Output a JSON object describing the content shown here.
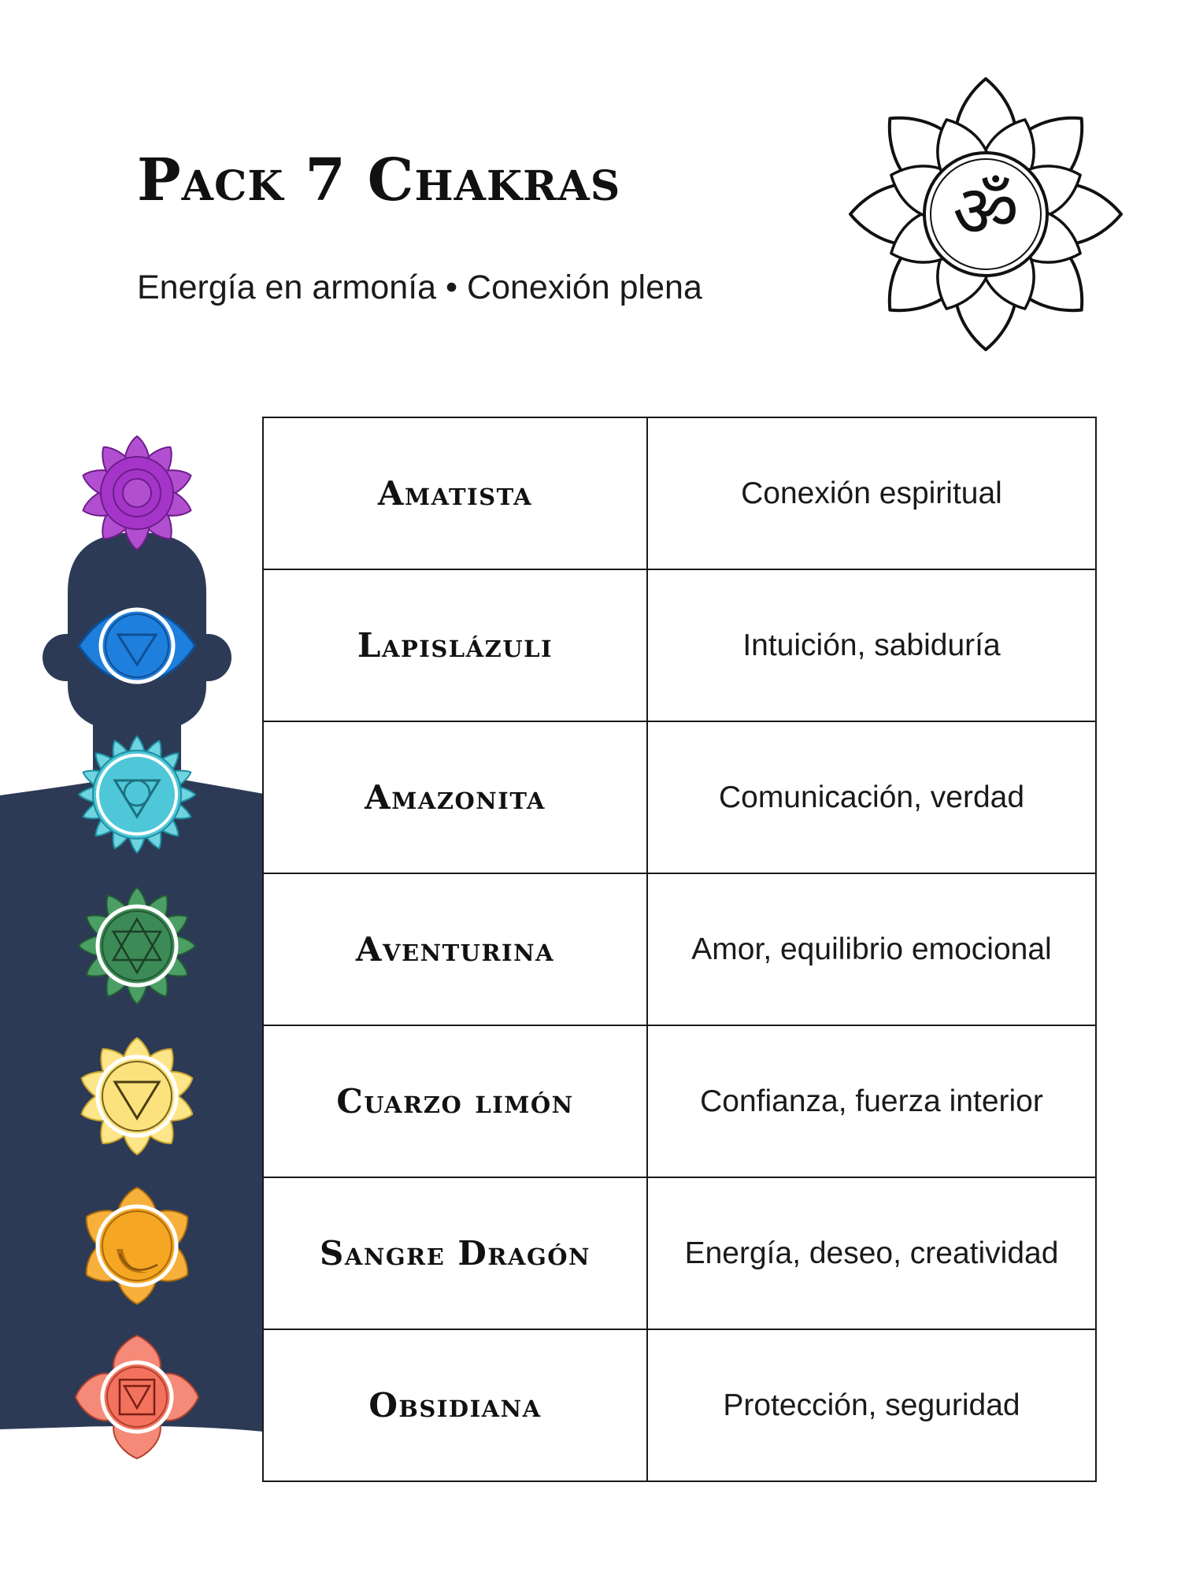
{
  "header": {
    "title": "Pack 7 Chakras",
    "subtitle": "Energía en armonía • Conexión plena",
    "emblem_icon": "om-lotus-icon"
  },
  "colors": {
    "figure": "#2c3a56",
    "crown": "#a535c8",
    "third_eye": "#1f7fdc",
    "throat": "#4ec7d8",
    "heart": "#3c8a55",
    "solar_plexus": "#fbe27c",
    "sacral": "#f5a623",
    "root": "#f2725e"
  },
  "chakras": [
    {
      "icon": "crown-chakra-icon",
      "color": "#a535c8"
    },
    {
      "icon": "third-eye-chakra-icon",
      "color": "#1f7fdc"
    },
    {
      "icon": "throat-chakra-icon",
      "color": "#4ec7d8"
    },
    {
      "icon": "heart-chakra-icon",
      "color": "#3c8a55"
    },
    {
      "icon": "solar-plexus-chakra-icon",
      "color": "#fbe27c"
    },
    {
      "icon": "sacral-chakra-icon",
      "color": "#f5a623"
    },
    {
      "icon": "root-chakra-icon",
      "color": "#f2725e"
    }
  ],
  "stones": [
    {
      "name": "Amatista",
      "meaning": "Conexión espiritual"
    },
    {
      "name": "Lapislázuli",
      "meaning": "Intuición, sabiduría"
    },
    {
      "name": "Amazonita",
      "meaning": "Comunicación, verdad"
    },
    {
      "name": "Aventurina",
      "meaning": "Amor, equilibrio emocional"
    },
    {
      "name": "Cuarzo limón",
      "meaning": "Confianza, fuerza interior"
    },
    {
      "name": "Sangre Dragón",
      "meaning": "Energía, deseo, creatividad"
    },
    {
      "name": "Obsidiana",
      "meaning": "Protección, seguridad"
    }
  ]
}
